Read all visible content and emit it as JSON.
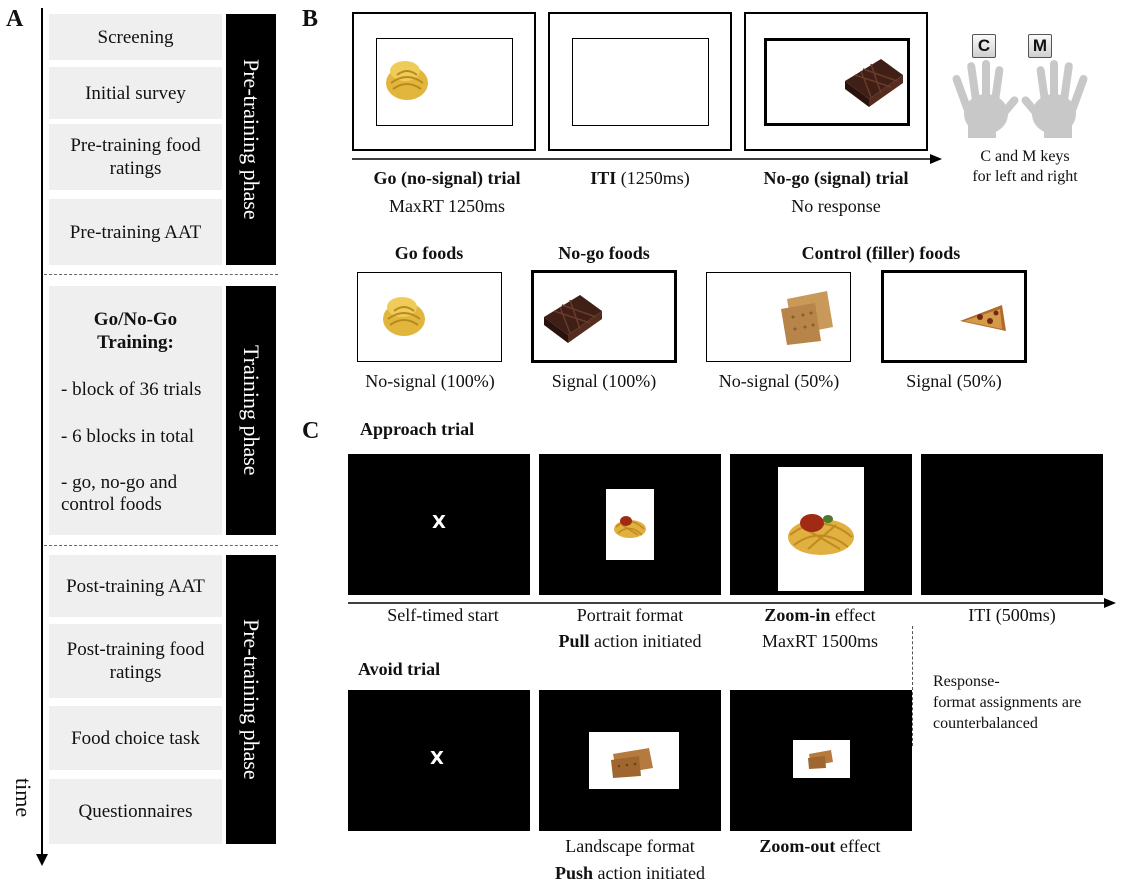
{
  "panels": {
    "a": "A",
    "b": "B",
    "c": "C"
  },
  "panel_a": {
    "steps": [
      "Screening",
      "Initial survey",
      "Pre-training food ratings",
      "Pre-training AAT"
    ],
    "training_title": "Go/No-Go Training:",
    "training_items": [
      "- block of 36 trials",
      "- 6 blocks in total",
      "- go, no-go and control foods"
    ],
    "post_steps": [
      "Post-training AAT",
      "Post-training food ratings",
      "Food choice task",
      "Questionnaires"
    ],
    "phases": [
      "Pre-training phase",
      "Training phase",
      "Pre-training phase"
    ],
    "time_label": "time"
  },
  "panel_b": {
    "trials": [
      {
        "title": "Go (no-signal) trial",
        "sub": "MaxRT 1250ms"
      },
      {
        "title": "ITI",
        "title_rest": " (1250ms)"
      },
      {
        "title": "No-go (signal) trial",
        "sub": "No response"
      }
    ],
    "keys": [
      "C",
      "M"
    ],
    "keys_caption": [
      "C and M keys",
      "for left and right"
    ],
    "food_groups": [
      "Go foods",
      "No-go foods",
      "Control (filler) foods"
    ],
    "food_captions": [
      "No-signal (100%)",
      "Signal (100%)",
      "No-signal (50%)",
      "Signal (50%)"
    ]
  },
  "panel_c": {
    "approach_title": "Approach trial",
    "avoid_title": "Avoid trial",
    "fixation": "X",
    "approach_captions": {
      "c1": "Self-timed start",
      "c2_line1": "Portrait format",
      "c2_bold": "Pull",
      "c2_rest": " action initiated",
      "c3_bold": "Zoom-in",
      "c3_rest": " effect",
      "c3_line2": "MaxRT 1500ms",
      "c4": "ITI (500ms)"
    },
    "avoid_captions": {
      "c2_line1": "Landscape format",
      "c2_bold": "Push",
      "c2_rest": " action initiated",
      "c3_bold": "Zoom-out",
      "c3_rest": " effect"
    },
    "note": [
      "Response-",
      "format",
      "assignments are",
      "counterbalanced"
    ]
  }
}
